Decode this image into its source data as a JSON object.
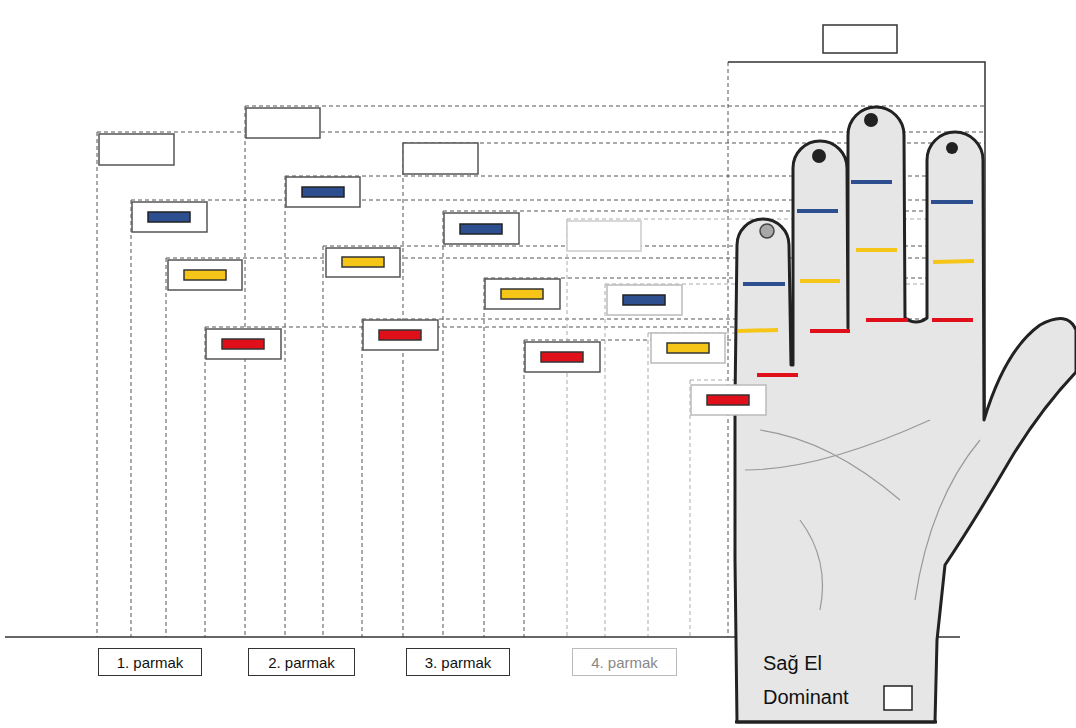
{
  "diagram": {
    "nodes": [
      {
        "text": [
          "1. parmak"
        ]
      },
      {
        "text": [
          "2. parmak"
        ]
      },
      {
        "text": [
          "3. parmak"
        ]
      },
      {
        "text": [
          "4. parmak"
        ]
      }
    ],
    "labels": [
      "Sağ El",
      "Dominant"
    ]
  }
}
